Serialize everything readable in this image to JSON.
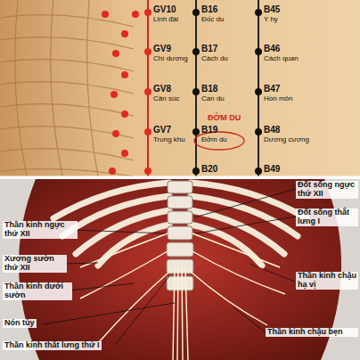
{
  "diagram": {
    "labels": [
      "GV10",
      "Linh đài",
      "B16",
      "Đốc du",
      "B45",
      "Y hy",
      "GV9",
      "Chí dương",
      "B17",
      "Cách du",
      "B46",
      "Cách quan",
      "GV8",
      "Cân súc",
      "B18",
      "Can du",
      "B47",
      "Hồn môn",
      "ĐỞM DU",
      "GV7",
      "Trung khu",
      "B19",
      "Đởm du",
      "B48",
      "Dương cương",
      "B20",
      "B49",
      "Đốt sống ngực thứ XII",
      "Đốt sống thắt lưng I",
      "Thần kinh chậu hạ vị",
      "Thần kinh chậu bẹn",
      "Thần kinh ngực thứ XII",
      "Xương sườn thứ XII",
      "Thần kinh dưới sườn",
      "Nón tủy",
      "Thần kinh thắt lưng thứ I"
    ]
  }
}
